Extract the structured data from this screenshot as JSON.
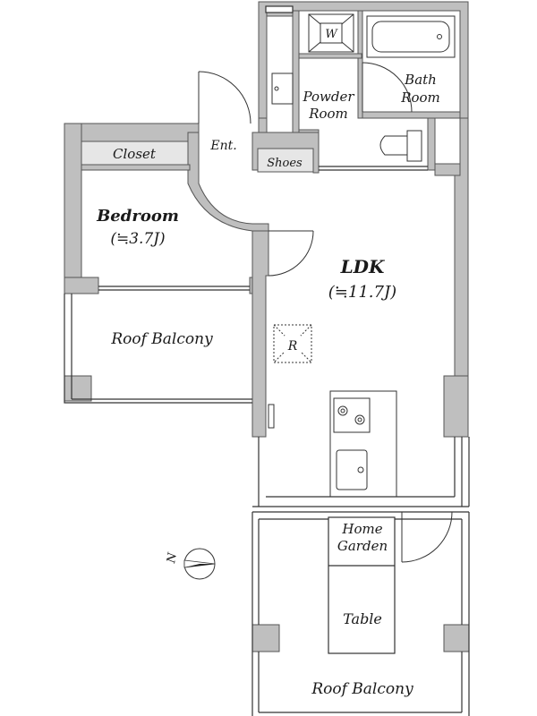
{
  "labels": {
    "closet": "Closet",
    "entrance": "Ent.",
    "shoes": "Shoes",
    "powder_room_line1": "Powder",
    "powder_room_line2": "Room",
    "bath_line1": "Bath",
    "bath_line2": "Room",
    "washer": "W",
    "bedroom": "Bedroom",
    "bedroom_area": "(≒3.7J)",
    "ldk": "LDK",
    "ldk_area": "(≒11.7J)",
    "refrigerator": "R",
    "roof_balcony_west": "Roof Balcony",
    "home_garden_line1": "Home",
    "home_garden_line2": "Garden",
    "table": "Table",
    "roof_balcony_south": "Roof Balcony",
    "north": "N"
  },
  "colors": {
    "wall_fill": "#bfbfbf",
    "wall_stroke": "#555555",
    "line": "#333333",
    "shelf_fill": "#e6e6e6",
    "paper": "#ffffff"
  },
  "icons": {
    "compass": "north-compass-icon",
    "stove": "stove-icon",
    "sink": "sink-icon",
    "toilet": "toilet-icon",
    "bathtub": "bathtub-icon",
    "washer": "washer-icon",
    "basin": "basin-icon"
  }
}
